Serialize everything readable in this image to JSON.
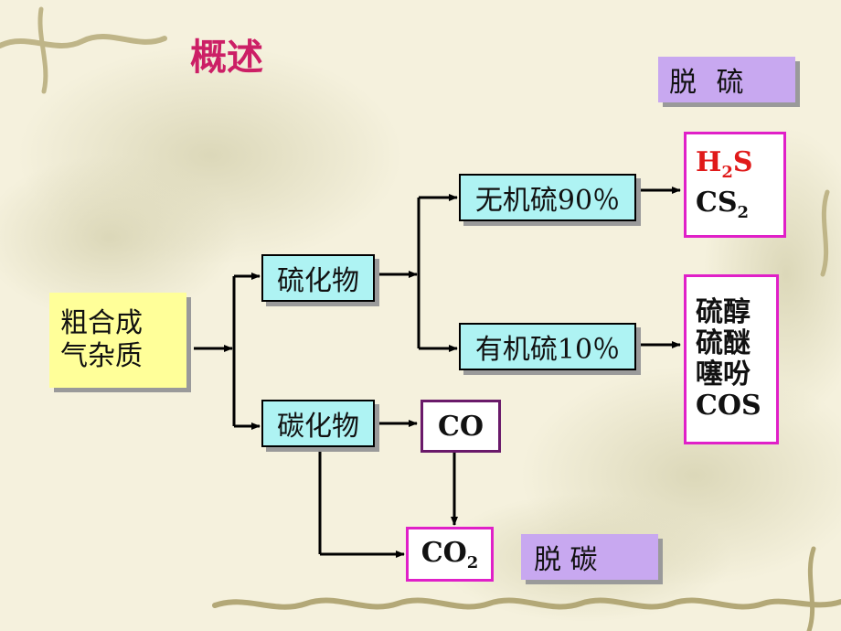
{
  "title": "概述",
  "labels": {
    "desulfurization": "脱 硫",
    "decarbonization": "脱 碳"
  },
  "nodes": {
    "crude_line1": "粗合成",
    "crude_line2": "气杂质",
    "sulfide": "硫化物",
    "carbide": "碳化物",
    "inorganic": "无机硫90％",
    "organic": "有机硫10％",
    "co": "CO",
    "co2_main": "CO",
    "co2_sub": "2"
  },
  "inorganic_products": [
    {
      "main": "H",
      "sub": "2",
      "tail": "S",
      "color": "#e01a1a"
    },
    {
      "main": "CS",
      "sub": "2",
      "tail": "",
      "color": "#111111"
    }
  ],
  "organic_products": [
    "硫醇",
    "硫醚",
    "噻吩",
    "COS"
  ],
  "colors": {
    "title": "#cc1f66",
    "cyan_box": "#aef3f3",
    "yellow_box": "#ffff99",
    "purple_box": "#c8a8f0",
    "magenta_border": "#e020c8",
    "dark_purple_border": "#6a1a6a"
  }
}
